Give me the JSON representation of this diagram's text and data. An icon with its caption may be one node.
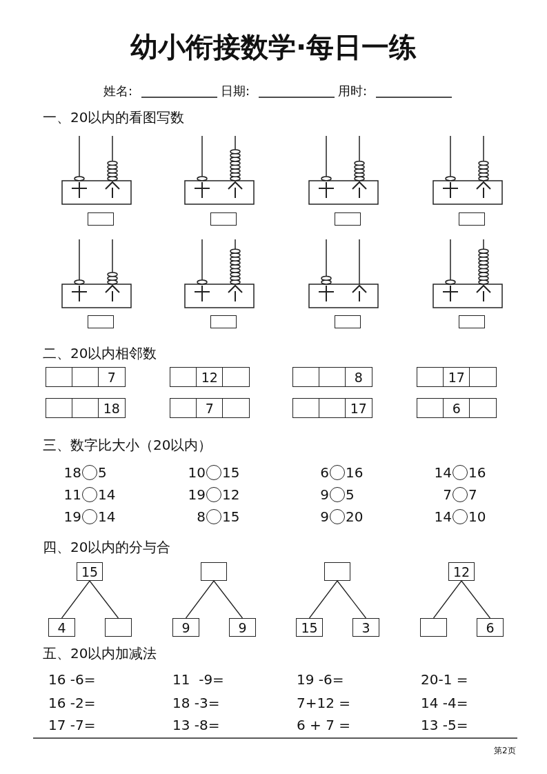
{
  "diagram": {
    "title": "幼小衔接数学·每日一练",
    "nodes": [
      {
        "text": [],
        "shape": "box"
      },
      {
        "text": [],
        "shape": "box"
      },
      {
        "text": [],
        "shape": "box"
      },
      {
        "text": [],
        "shape": "box"
      },
      {
        "text": [],
        "shape": "box"
      },
      {
        "text": [],
        "shape": "box"
      },
      {
        "text": [],
        "shape": "box"
      },
      {
        "text": [],
        "shape": "box"
      },
      {
        "text": [],
        "shape": "box"
      },
      {
        "text": [],
        "shape": "box"
      },
      {
        "text": [
          "7"
        ]
      },
      {
        "text": [],
        "shape": "box"
      },
      {
        "text": [
          "12"
        ]
      },
      {
        "text": [],
        "shape": "box"
      },
      {
        "text": [],
        "shape": "box"
      },
      {
        "text": [],
        "shape": "box"
      },
      {
        "text": [
          "8"
        ]
      },
      {
        "text": [],
        "shape": "box"
      },
      {
        "text": [
          "17"
        ]
      },
      {
        "text": [],
        "shape": "box"
      },
      {
        "text": [],
        "shape": "box"
      },
      {
        "text": [],
        "shape": "box"
      },
      {
        "text": [
          "18"
        ]
      },
      {
        "text": [],
        "shape": "box"
      },
      {
        "text": [
          "7"
        ]
      },
      {
        "text": [],
        "shape": "box"
      },
      {
        "text": [],
        "shape": "box"
      },
      {
        "text": [],
        "shape": "box"
      },
      {
        "text": [
          "17"
        ]
      },
      {
        "text": [],
        "shape": "box"
      },
      {
        "text": [
          "6"
        ]
      },
      {
        "text": [],
        "shape": "box"
      },
      {
        "text": [],
        "shape": "circle"
      },
      {
        "text": [],
        "shape": "circle"
      },
      {
        "text": [],
        "shape": "circle"
      },
      {
        "text": [],
        "shape": "circle"
      },
      {
        "text": [],
        "shape": "circle"
      },
      {
        "text": [],
        "shape": "circle"
      },
      {
        "text": [],
        "shape": "circle"
      },
      {
        "text": [],
        "shape": "circle"
      },
      {
        "text": [],
        "shape": "circle"
      },
      {
        "text": [],
        "shape": "circle"
      },
      {
        "text": [],
        "shape": "circle"
      },
      {
        "text": [],
        "shape": "circle"
      },
      {
        "text": [
          "15"
        ]
      },
      {
        "text": [
          "4"
        ]
      },
      {
        "text": [],
        "shape": "box"
      },
      {
        "text": [],
        "shape": "box"
      },
      {
        "text": [
          "9"
        ]
      },
      {
        "text": [
          "9"
        ]
      },
      {
        "text": [],
        "shape": "box"
      },
      {
        "text": [
          "15"
        ]
      },
      {
        "text": [
          "3"
        ]
      },
      {
        "text": [
          "12"
        ]
      },
      {
        "text": [],
        "shape": "box"
      },
      {
        "text": [
          "6"
        ]
      }
    ],
    "edges": [
      {
        "from": 44,
        "to": 45,
        "arrow": "none"
      },
      {
        "from": 44,
        "to": 46,
        "arrow": "none"
      },
      {
        "from": 47,
        "to": 48,
        "arrow": "none"
      },
      {
        "from": 47,
        "to": 49,
        "arrow": "none"
      },
      {
        "from": 50,
        "to": 51,
        "arrow": "none"
      },
      {
        "from": 50,
        "to": 52,
        "arrow": "none"
      },
      {
        "from": 53,
        "to": 54,
        "arrow": "none"
      },
      {
        "from": 53,
        "to": 55,
        "arrow": "none"
      }
    ],
    "labels": [
      "姓名:",
      "日期:",
      "用时:",
      "一、20以内的看图写数",
      "二、20以内相邻数",
      "三、数字比大小（20以内）",
      "18",
      "5",
      "10",
      "15",
      "6",
      "16",
      "14",
      "16",
      "11",
      "14",
      "19",
      "12",
      "9",
      "5",
      "7",
      "7",
      "19",
      "14",
      "8",
      "15",
      "9",
      "20",
      "14",
      "10",
      "四、20以内的分与合",
      "五、20以内加减法",
      "16 -6=",
      "11  -9=",
      "19 -6=",
      "20-1 =",
      "16 -2=",
      "18 -3=",
      "7+12 =",
      "14 -4=",
      "17 -7=",
      "13 -8=",
      "6 + 7 =",
      "13 -5=",
      "第2页"
    ]
  }
}
